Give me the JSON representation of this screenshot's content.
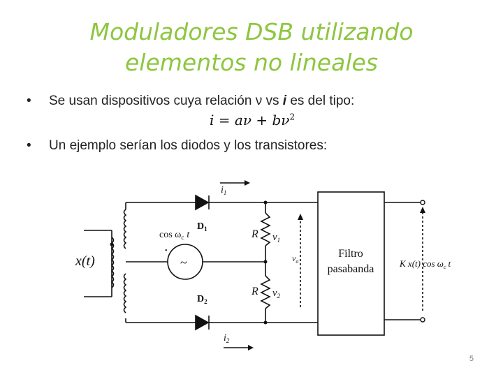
{
  "title": {
    "line1": "Moduladores DSB utilizando",
    "line2": "elementos no lineales"
  },
  "bullets": [
    {
      "marker": "•",
      "text_before": "Se usan dispositivos cuya relación   ν vs ",
      "bold": "i",
      "text_after": " es del tipo:"
    },
    {
      "marker": "•",
      "text": "Un ejemplo serían los diodos y los transistores:"
    }
  ],
  "formula": {
    "lhs": "i",
    "eq": " = ",
    "a": "a",
    "v1": "ν",
    "plus": " + ",
    "b": "b",
    "v2": "ν",
    "exp": "2"
  },
  "circuit": {
    "input_label": "x(t)",
    "carrier_label": "cos ω",
    "carrier_sub": "c",
    "carrier_t": "t",
    "source_symbol": "~",
    "source_dot": "•",
    "diode1": "D",
    "diode1_sub": "1",
    "diode2": "D",
    "diode2_sub": "2",
    "current1": "i",
    "current1_sub": "1",
    "current2": "i",
    "current2_sub": "2",
    "resistor1": "R",
    "resistor2": "R",
    "voltage1": "v",
    "voltage1_sub": "1",
    "voltage2": "v",
    "voltage2_sub": "2",
    "output_v": "v",
    "output_v_sub": "o",
    "filter_line1": "Filtro",
    "filter_line2": "pasabanda",
    "output_label": "K x(t) cos ω",
    "output_sub": "c",
    "output_t": "t"
  },
  "page_number": "5"
}
